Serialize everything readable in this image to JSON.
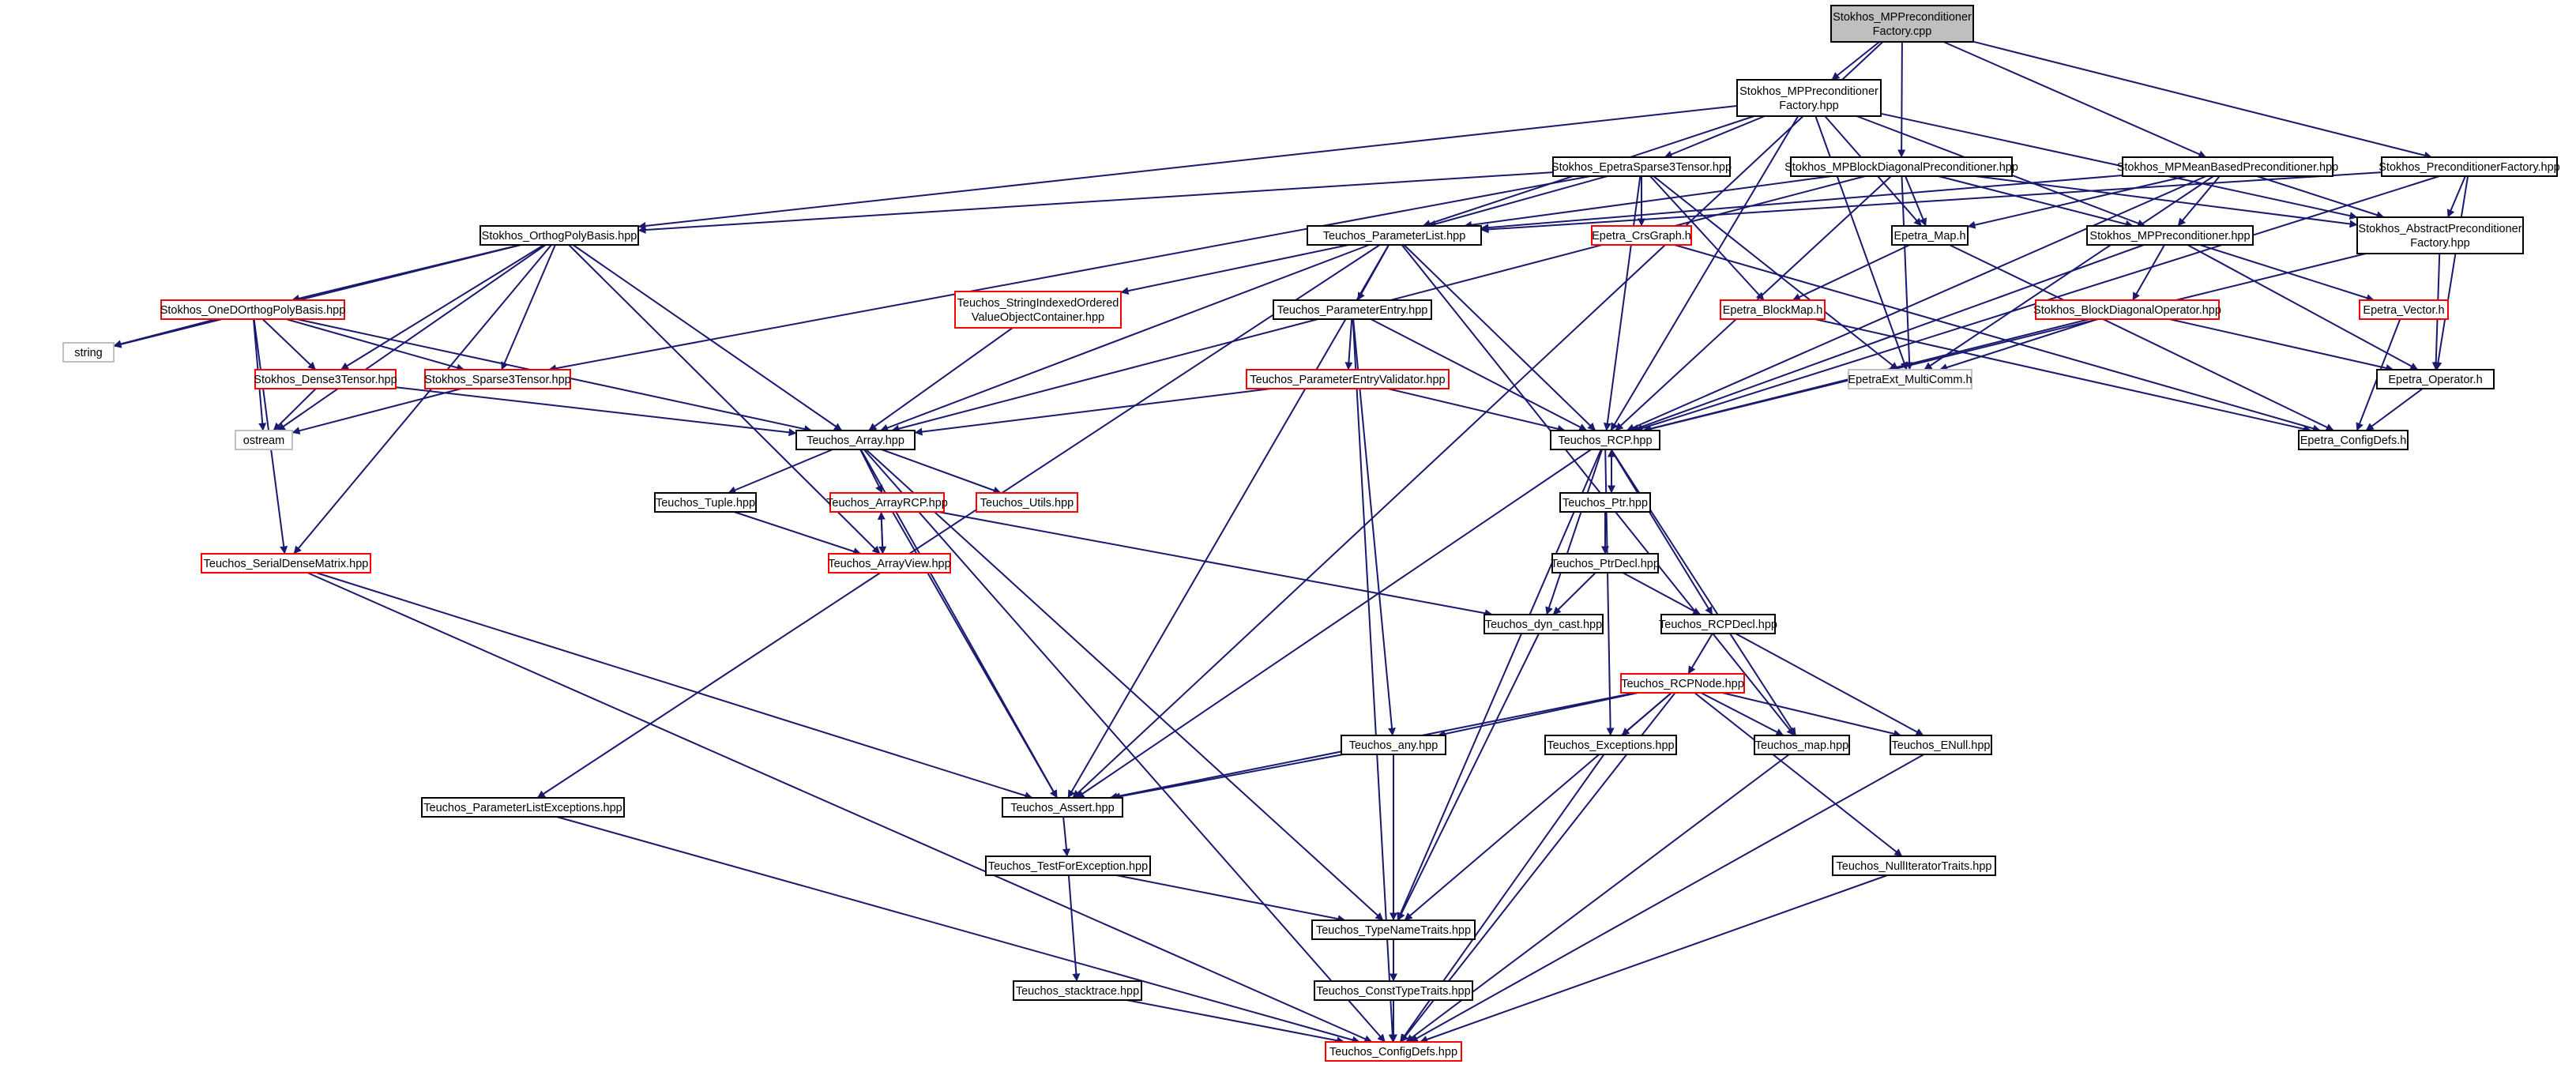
{
  "colors": {
    "edge": "#191970",
    "border_normal": "#000000",
    "border_truncated": "#ff0000",
    "border_external": "#bfbfbf",
    "fill_root": "#bfbfbf",
    "fill_normal": "#ffffff",
    "text": "#000000"
  },
  "nodes": [
    {
      "id": "root",
      "label": [
        "Stokhos_MPPreconditioner",
        "Factory.cpp"
      ],
      "style": "root"
    },
    {
      "id": "mpfh",
      "label": [
        "Stokhos_MPPreconditioner",
        "Factory.hpp"
      ],
      "style": "normal"
    },
    {
      "id": "mpbd",
      "label": [
        "Stokhos_MPBlockDiagonalPreconditioner.hpp"
      ],
      "style": "normal"
    },
    {
      "id": "mpmb",
      "label": [
        "Stokhos_MPMeanBasedPreconditioner.hpp"
      ],
      "style": "normal"
    },
    {
      "id": "pcf",
      "label": [
        "Stokhos_PreconditionerFactory.hpp"
      ],
      "style": "normal"
    },
    {
      "id": "es3t",
      "label": [
        "Stokhos_EpetraSparse3Tensor.hpp"
      ],
      "style": "normal"
    },
    {
      "id": "opb",
      "label": [
        "Stokhos_OrthogPolyBasis.hpp"
      ],
      "style": "normal"
    },
    {
      "id": "pl",
      "label": [
        "Teuchos_ParameterList.hpp"
      ],
      "style": "normal"
    },
    {
      "id": "crs",
      "label": [
        "Epetra_CrsGraph.h"
      ],
      "style": "truncated"
    },
    {
      "id": "emap",
      "label": [
        "Epetra_Map.h"
      ],
      "style": "normal"
    },
    {
      "id": "mpp",
      "label": [
        "Stokhos_MPPreconditioner.hpp"
      ],
      "style": "normal"
    },
    {
      "id": "apf",
      "label": [
        "Stokhos_AbstractPreconditioner",
        "Factory.hpp"
      ],
      "style": "normal"
    },
    {
      "id": "oodb",
      "label": [
        "Stokhos_OneDOrthogPolyBasis.hpp"
      ],
      "style": "truncated"
    },
    {
      "id": "sivc",
      "label": [
        "Teuchos_StringIndexedOrdered",
        "ValueObjectContainer.hpp"
      ],
      "style": "truncated"
    },
    {
      "id": "pe",
      "label": [
        "Teuchos_ParameterEntry.hpp"
      ],
      "style": "normal"
    },
    {
      "id": "ebm",
      "label": [
        "Epetra_BlockMap.h"
      ],
      "style": "truncated"
    },
    {
      "id": "bdo",
      "label": [
        "Stokhos_BlockDiagonalOperator.hpp"
      ],
      "style": "truncated"
    },
    {
      "id": "evec",
      "label": [
        "Epetra_Vector.h"
      ],
      "style": "truncated"
    },
    {
      "id": "string",
      "label": [
        "string"
      ],
      "style": "external"
    },
    {
      "id": "d3t",
      "label": [
        "Stokhos_Dense3Tensor.hpp"
      ],
      "style": "truncated"
    },
    {
      "id": "s3t",
      "label": [
        "Stokhos_Sparse3Tensor.hpp"
      ],
      "style": "truncated"
    },
    {
      "id": "emc",
      "label": [
        "EpetraExt_MultiComm.h"
      ],
      "style": "external"
    },
    {
      "id": "pev",
      "label": [
        "Teuchos_ParameterEntryValidator.hpp"
      ],
      "style": "truncated"
    },
    {
      "id": "eop",
      "label": [
        "Epetra_Operator.h"
      ],
      "style": "normal"
    },
    {
      "id": "ostream",
      "label": [
        "ostream"
      ],
      "style": "external"
    },
    {
      "id": "arr",
      "label": [
        "Teuchos_Array.hpp"
      ],
      "style": "normal"
    },
    {
      "id": "rcp",
      "label": [
        "Teuchos_RCP.hpp"
      ],
      "style": "normal"
    },
    {
      "id": "ecd",
      "label": [
        "Epetra_ConfigDefs.h"
      ],
      "style": "normal"
    },
    {
      "id": "tup",
      "label": [
        "Teuchos_Tuple.hpp"
      ],
      "style": "normal"
    },
    {
      "id": "arcp",
      "label": [
        "Teuchos_ArrayRCP.hpp"
      ],
      "style": "truncated"
    },
    {
      "id": "utils",
      "label": [
        "Teuchos_Utils.hpp"
      ],
      "style": "truncated"
    },
    {
      "id": "ptr",
      "label": [
        "Teuchos_Ptr.hpp"
      ],
      "style": "normal"
    },
    {
      "id": "sdm",
      "label": [
        "Teuchos_SerialDenseMatrix.hpp"
      ],
      "style": "truncated"
    },
    {
      "id": "av",
      "label": [
        "Teuchos_ArrayView.hpp"
      ],
      "style": "truncated"
    },
    {
      "id": "ptrd",
      "label": [
        "Teuchos_PtrDecl.hpp"
      ],
      "style": "normal"
    },
    {
      "id": "dync",
      "label": [
        "Teuchos_dyn_cast.hpp"
      ],
      "style": "normal"
    },
    {
      "id": "rcpd",
      "label": [
        "Teuchos_RCPDecl.hpp"
      ],
      "style": "normal"
    },
    {
      "id": "rcpn",
      "label": [
        "Teuchos_RCPNode.hpp"
      ],
      "style": "truncated"
    },
    {
      "id": "any",
      "label": [
        "Teuchos_any.hpp"
      ],
      "style": "normal"
    },
    {
      "id": "exc",
      "label": [
        "Teuchos_Exceptions.hpp"
      ],
      "style": "normal"
    },
    {
      "id": "map",
      "label": [
        "Teuchos_map.hpp"
      ],
      "style": "normal"
    },
    {
      "id": "enull",
      "label": [
        "Teuchos_ENull.hpp"
      ],
      "style": "normal"
    },
    {
      "id": "ple",
      "label": [
        "Teuchos_ParameterListExceptions.hpp"
      ],
      "style": "normal"
    },
    {
      "id": "asrt",
      "label": [
        "Teuchos_Assert.hpp"
      ],
      "style": "normal"
    },
    {
      "id": "tfe",
      "label": [
        "Teuchos_TestForException.hpp"
      ],
      "style": "normal"
    },
    {
      "id": "nit",
      "label": [
        "Teuchos_NullIteratorTraits.hpp"
      ],
      "style": "normal"
    },
    {
      "id": "tnt",
      "label": [
        "Teuchos_TypeNameTraits.hpp"
      ],
      "style": "normal"
    },
    {
      "id": "st",
      "label": [
        "Teuchos_stacktrace.hpp"
      ],
      "style": "normal"
    },
    {
      "id": "ctt",
      "label": [
        "Teuchos_ConstTypeTraits.hpp"
      ],
      "style": "normal"
    },
    {
      "id": "tcd",
      "label": [
        "Teuchos_ConfigDefs.hpp"
      ],
      "style": "truncated"
    }
  ],
  "edges": [
    [
      "root",
      "mpfh"
    ],
    [
      "root",
      "mpbd"
    ],
    [
      "root",
      "mpmb"
    ],
    [
      "root",
      "pcf"
    ],
    [
      "root",
      "asrt"
    ],
    [
      "mpfh",
      "es3t"
    ],
    [
      "mpfh",
      "opb"
    ],
    [
      "mpfh",
      "pl"
    ],
    [
      "mpfh",
      "emap"
    ],
    [
      "mpfh",
      "mpp"
    ],
    [
      "mpfh",
      "apf"
    ],
    [
      "mpfh",
      "emc"
    ],
    [
      "mpfh",
      "rcp"
    ],
    [
      "es3t",
      "opb"
    ],
    [
      "es3t",
      "pl"
    ],
    [
      "es3t",
      "crs"
    ],
    [
      "es3t",
      "ebm"
    ],
    [
      "es3t",
      "s3t"
    ],
    [
      "es3t",
      "emc"
    ],
    [
      "es3t",
      "rcp"
    ],
    [
      "mpbd",
      "pl"
    ],
    [
      "mpbd",
      "emap"
    ],
    [
      "mpbd",
      "mpp"
    ],
    [
      "mpbd",
      "apf"
    ],
    [
      "mpbd",
      "emc"
    ],
    [
      "mpbd",
      "rcp"
    ],
    [
      "mpbd",
      "arr"
    ],
    [
      "mpmb",
      "pl"
    ],
    [
      "mpmb",
      "emap"
    ],
    [
      "mpmb",
      "mpp"
    ],
    [
      "mpmb",
      "apf"
    ],
    [
      "mpmb",
      "emc"
    ],
    [
      "mpmb",
      "rcp"
    ],
    [
      "pcf",
      "pl"
    ],
    [
      "pcf",
      "apf"
    ],
    [
      "pcf",
      "eop"
    ],
    [
      "pcf",
      "rcp"
    ],
    [
      "opb",
      "string"
    ],
    [
      "opb",
      "ostream"
    ],
    [
      "opb",
      "oodb"
    ],
    [
      "opb",
      "d3t"
    ],
    [
      "opb",
      "s3t"
    ],
    [
      "opb",
      "sdm"
    ],
    [
      "opb",
      "arr"
    ],
    [
      "opb",
      "av"
    ],
    [
      "oodb",
      "string"
    ],
    [
      "oodb",
      "ostream"
    ],
    [
      "oodb",
      "d3t"
    ],
    [
      "oodb",
      "s3t"
    ],
    [
      "oodb",
      "sdm"
    ],
    [
      "oodb",
      "arr"
    ],
    [
      "pl",
      "sivc"
    ],
    [
      "pl",
      "pe"
    ],
    [
      "pl",
      "ple"
    ],
    [
      "pl",
      "arr"
    ],
    [
      "pl",
      "rcp"
    ],
    [
      "pl",
      "asrt"
    ],
    [
      "pl",
      "map"
    ],
    [
      "sivc",
      "arr"
    ],
    [
      "pe",
      "pev"
    ],
    [
      "pe",
      "rcp"
    ],
    [
      "pe",
      "any"
    ],
    [
      "pe",
      "tcd"
    ],
    [
      "pev",
      "arr"
    ],
    [
      "pev",
      "rcp"
    ],
    [
      "emap",
      "ebm"
    ],
    [
      "emap",
      "ecd"
    ],
    [
      "ebm",
      "ecd"
    ],
    [
      "crs",
      "ecd"
    ],
    [
      "mpp",
      "bdo"
    ],
    [
      "mpp",
      "evec"
    ],
    [
      "mpp",
      "eop"
    ],
    [
      "mpp",
      "rcp"
    ],
    [
      "bdo",
      "eop"
    ],
    [
      "bdo",
      "emc"
    ],
    [
      "bdo",
      "rcp"
    ],
    [
      "evec",
      "ecd"
    ],
    [
      "apf",
      "eop"
    ],
    [
      "apf",
      "rcp"
    ],
    [
      "eop",
      "ecd"
    ],
    [
      "d3t",
      "arr"
    ],
    [
      "d3t",
      "ostream"
    ],
    [
      "s3t",
      "ostream"
    ],
    [
      "arr",
      "tup"
    ],
    [
      "arr",
      "arcp"
    ],
    [
      "arr",
      "utils"
    ],
    [
      "arr",
      "asrt"
    ],
    [
      "arr",
      "tnt"
    ],
    [
      "arr",
      "tcd"
    ],
    [
      "tup",
      "av"
    ],
    [
      "arcp",
      "av"
    ],
    [
      "av",
      "arcp"
    ],
    [
      "arcp",
      "dync"
    ],
    [
      "arcp",
      "asrt"
    ],
    [
      "sdm",
      "asrt"
    ],
    [
      "sdm",
      "tcd"
    ],
    [
      "rcp",
      "ptr"
    ],
    [
      "ptr",
      "rcp"
    ],
    [
      "rcp",
      "dync"
    ],
    [
      "rcp",
      "rcpd"
    ],
    [
      "rcp",
      "exc"
    ],
    [
      "rcp",
      "map"
    ],
    [
      "rcp",
      "asrt"
    ],
    [
      "rcp",
      "tnt"
    ],
    [
      "ptr",
      "ptrd"
    ],
    [
      "ptrd",
      "dync"
    ],
    [
      "ptrd",
      "rcpd"
    ],
    [
      "dync",
      "tnt"
    ],
    [
      "rcpd",
      "rcpn"
    ],
    [
      "rcpd",
      "enull"
    ],
    [
      "rcpn",
      "any"
    ],
    [
      "rcpn",
      "exc"
    ],
    [
      "rcpn",
      "map"
    ],
    [
      "rcpn",
      "enull"
    ],
    [
      "rcpn",
      "nit"
    ],
    [
      "rcpn",
      "asrt"
    ],
    [
      "rcpn",
      "tnt"
    ],
    [
      "rcpn",
      "tcd"
    ],
    [
      "any",
      "asrt"
    ],
    [
      "any",
      "tnt"
    ],
    [
      "exc",
      "tcd"
    ],
    [
      "map",
      "tcd"
    ],
    [
      "enull",
      "tcd"
    ],
    [
      "nit",
      "tcd"
    ],
    [
      "ple",
      "tcd"
    ],
    [
      "asrt",
      "tfe"
    ],
    [
      "tfe",
      "tnt"
    ],
    [
      "tfe",
      "st"
    ],
    [
      "tnt",
      "ctt"
    ],
    [
      "st",
      "tcd"
    ],
    [
      "ctt",
      "tcd"
    ]
  ]
}
